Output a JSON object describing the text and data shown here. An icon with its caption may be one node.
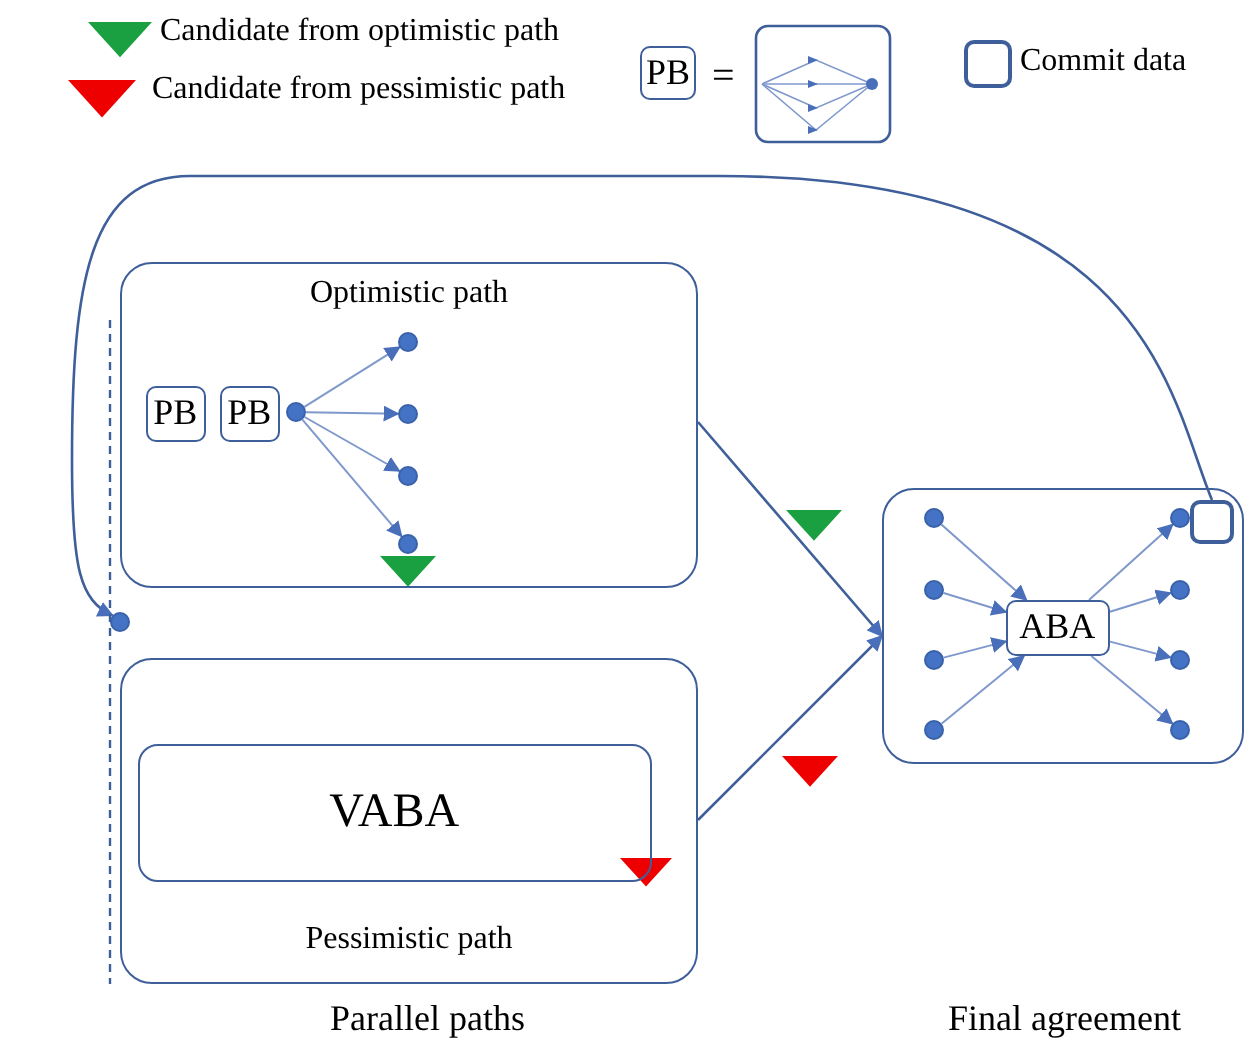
{
  "diagram": {
    "nodes": [
      {
        "text": [
          "PB"
        ]
      },
      {
        "text": [
          "Optimistic path"
        ]
      },
      {
        "text": [
          "PB"
        ],
        "in": 1
      },
      {
        "text": [
          "PB"
        ],
        "in": 1
      },
      {
        "text": [],
        "shape": "circle",
        "in": 1
      },
      {
        "text": [],
        "shape": "circle",
        "in": 1
      },
      {
        "text": [],
        "shape": "circle",
        "in": 1
      },
      {
        "text": [],
        "shape": "circle",
        "in": 1
      },
      {
        "text": [],
        "shape": "circle",
        "in": 1
      },
      {
        "text": [],
        "shape": "circle"
      },
      {
        "text": [
          "Pessimistic path"
        ]
      },
      {
        "text": [
          "VABA"
        ],
        "in": 10
      },
      {
        "text": [],
        "shape": "box"
      },
      {
        "text": [],
        "shape": "circle",
        "in": 12
      },
      {
        "text": [],
        "shape": "circle",
        "in": 12
      },
      {
        "text": [],
        "shape": "circle",
        "in": 12
      },
      {
        "text": [],
        "shape": "circle",
        "in": 12
      },
      {
        "text": [
          "ABA"
        ],
        "in": 12
      },
      {
        "text": [],
        "shape": "circle",
        "in": 12
      },
      {
        "text": [],
        "shape": "circle",
        "in": 12
      },
      {
        "text": [],
        "shape": "circle",
        "in": 12
      },
      {
        "text": [],
        "shape": "circle",
        "in": 12
      },
      {
        "text": [],
        "shape": "box",
        "in": 12
      }
    ],
    "edges": [
      {
        "from": 4,
        "to": 5,
        "arrow": "to"
      },
      {
        "from": 4,
        "to": 6,
        "arrow": "to"
      },
      {
        "from": 4,
        "to": 7,
        "arrow": "to"
      },
      {
        "from": 4,
        "to": 8,
        "arrow": "to"
      },
      {
        "from": 1,
        "to": 12,
        "arrow": "to"
      },
      {
        "from": 10,
        "to": 12,
        "arrow": "to"
      },
      {
        "from": 13,
        "to": 17,
        "arrow": "to"
      },
      {
        "from": 14,
        "to": 17,
        "arrow": "to"
      },
      {
        "from": 15,
        "to": 17,
        "arrow": "to"
      },
      {
        "from": 16,
        "to": 17,
        "arrow": "to"
      },
      {
        "from": 17,
        "to": 18,
        "arrow": "to"
      },
      {
        "from": 17,
        "to": 19,
        "arrow": "to"
      },
      {
        "from": 17,
        "to": 20,
        "arrow": "to"
      },
      {
        "from": 17,
        "to": 21,
        "arrow": "to"
      },
      {
        "from": 22,
        "to": 9,
        "arrow": "to"
      }
    ],
    "labels": [
      "=",
      "Parallel paths",
      "Final agreement"
    ],
    "legend": [
      {
        "text": "Candidate from optimistic path"
      },
      {
        "text": "Candidate from pessimistic path"
      },
      {
        "text": "Commit data"
      }
    ]
  }
}
